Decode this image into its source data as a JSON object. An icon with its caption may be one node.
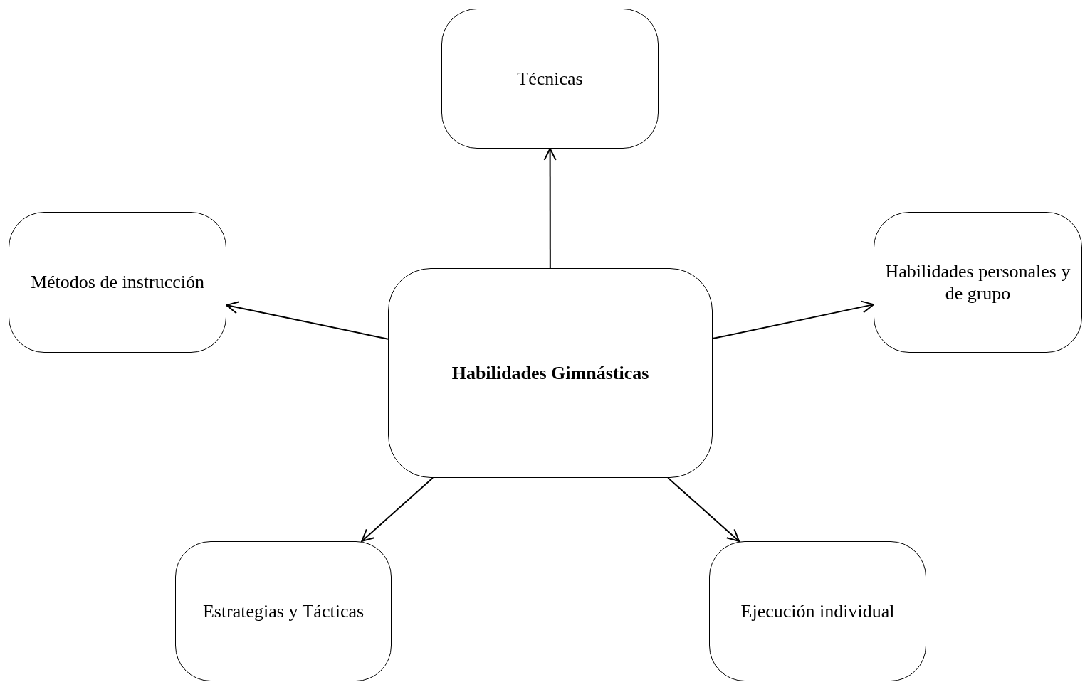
{
  "diagram": {
    "nodes": [
      {
        "text": [
          "Técnicas"
        ]
      },
      {
        "text": [
          "Métodos de instrucción"
        ]
      },
      {
        "text": [
          "Habilidades personales y de grupo"
        ]
      },
      {
        "text": [
          "Habilidades Gimnásticas"
        ]
      },
      {
        "text": [
          "Estrategias y Tácticas"
        ]
      },
      {
        "text": [
          "Ejecución individual"
        ]
      }
    ],
    "edges": [
      {
        "from": 3,
        "to": 0,
        "arrow": "to"
      },
      {
        "from": 3,
        "to": 1,
        "arrow": "to"
      },
      {
        "from": 3,
        "to": 2,
        "arrow": "to"
      },
      {
        "from": 3,
        "to": 4,
        "arrow": "to"
      },
      {
        "from": 3,
        "to": 5,
        "arrow": "to"
      }
    ]
  }
}
